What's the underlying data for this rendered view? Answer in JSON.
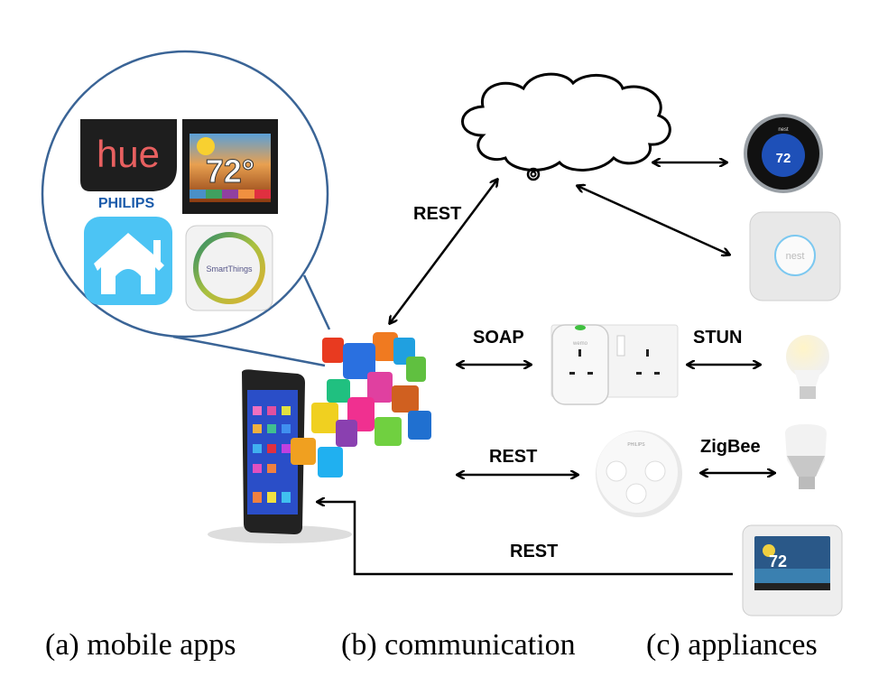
{
  "figure": {
    "apps": {
      "hue": {
        "text": "hue",
        "brand": "PHILIPS"
      },
      "weather": {
        "text": "72°"
      },
      "nest_app": {
        "icon": "house-icon"
      },
      "smartthings": {
        "text": "SmartThings"
      }
    },
    "protocols": {
      "cloud": "REST",
      "wemo": "SOAP",
      "stun": "STUN",
      "tap": "REST",
      "zigbee": "ZigBee",
      "thermostat": "REST"
    },
    "devices": {
      "nest_thermostat": {
        "brand": "nest",
        "temp": "72"
      },
      "nest_protect": {
        "brand": "nest"
      },
      "wemo": {
        "brand": "wemo"
      },
      "tap": {
        "brand": "PHILIPS"
      },
      "touch_thermostat": {
        "temp": "72"
      }
    },
    "captions": {
      "a": "(a) mobile apps",
      "b": "(b) communication",
      "c": "(c) appliances"
    }
  },
  "colors": {
    "circle": "#3a6496",
    "arrow": "#000000"
  }
}
